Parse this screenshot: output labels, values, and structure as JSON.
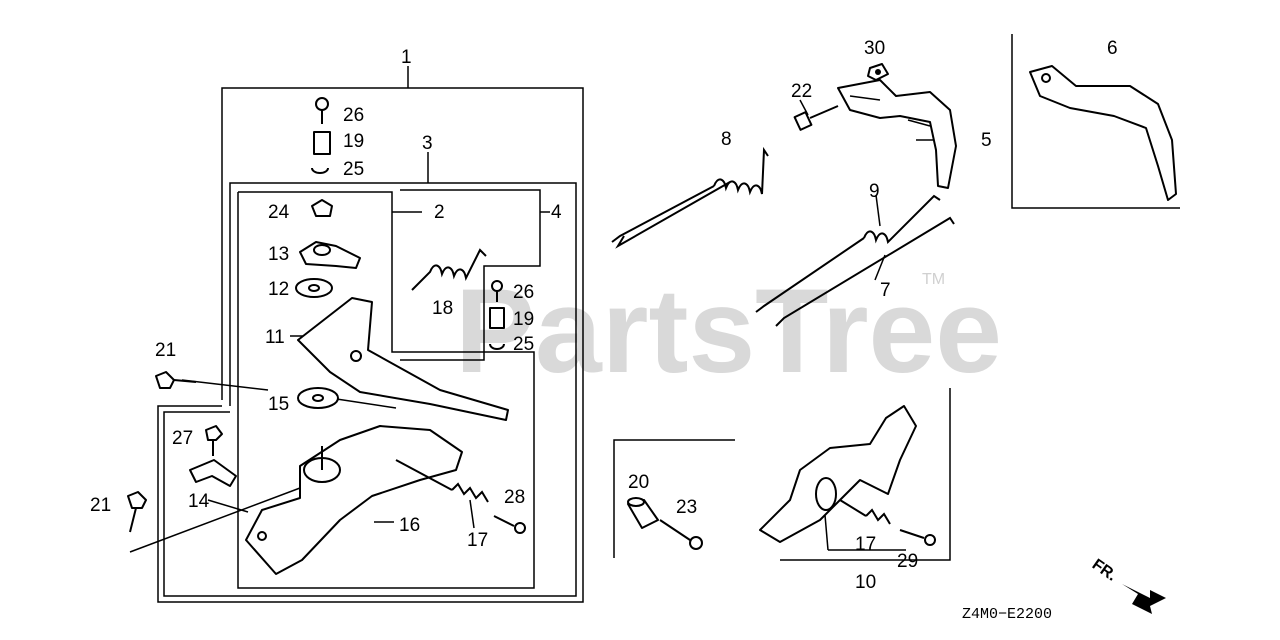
{
  "watermark": {
    "text": "PartsTree",
    "trademark": "TM"
  },
  "diagram_code": "Z4M0−E2200",
  "direction_label": "FR.",
  "callouts": {
    "c1": "1",
    "c2": "2",
    "c3": "3",
    "c4": "4",
    "c5": "5",
    "c6": "6",
    "c7": "7",
    "c8": "8",
    "c9": "9",
    "c10": "10",
    "c11": "11",
    "c12": "12",
    "c13": "13",
    "c14": "14",
    "c15": "15",
    "c16": "16",
    "c17a": "17",
    "c17b": "17",
    "c18": "18",
    "c19a": "19",
    "c19b": "19",
    "c20": "20",
    "c21a": "21",
    "c21b": "21",
    "c22": "22",
    "c23": "23",
    "c24": "24",
    "c25a": "25",
    "c25b": "25",
    "c26a": "26",
    "c26b": "26",
    "c27": "27",
    "c28": "28",
    "c29": "29",
    "c30": "30"
  }
}
